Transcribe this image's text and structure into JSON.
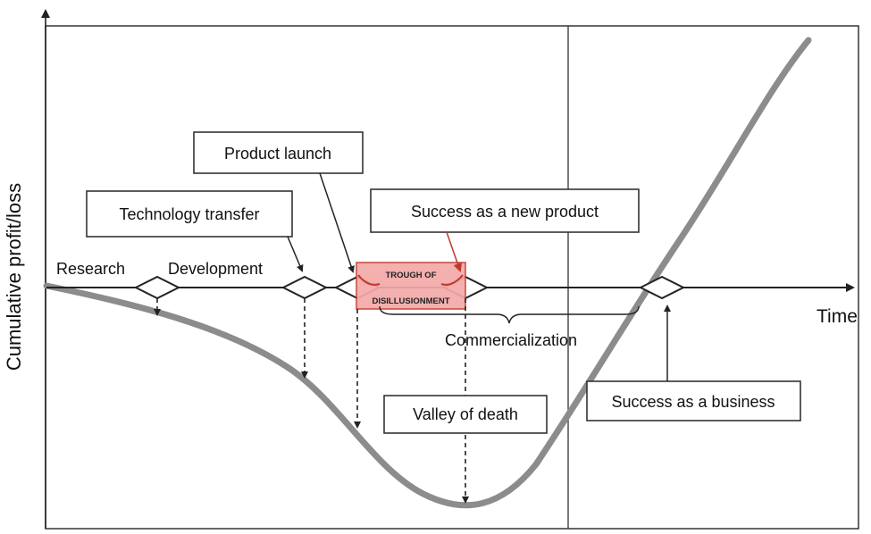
{
  "y_axis_label": "Cumulative profit/loss",
  "x_axis_label": "Time",
  "phases": {
    "research": "Research",
    "development": "Development",
    "commercialization": "Commercialization"
  },
  "callouts": {
    "technology_transfer": "Technology transfer",
    "product_launch": "Product launch",
    "success_new_product": "Success as a new product",
    "valley_of_death": "Valley of death",
    "success_business": "Success as a business"
  },
  "trough": {
    "line1": "TROUGH OF",
    "line2": "DISILLUSIONMENT"
  },
  "colors": {
    "curve": "#8c8c8c",
    "trough_fill": "#f4a9a9",
    "trough_stroke": "#c0392b",
    "axis": "#222222"
  }
}
